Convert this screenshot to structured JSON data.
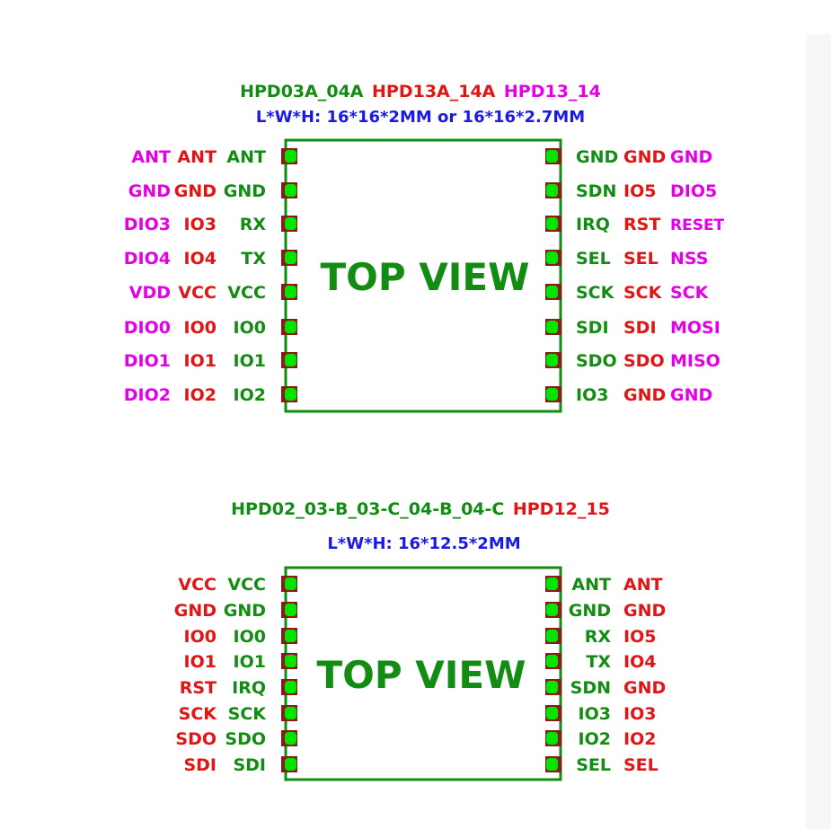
{
  "colors": {
    "green": "#128c12",
    "red": "#e01515",
    "magenta": "#e400e4",
    "blue": "#1a1ae6",
    "pad": "#8b1a1a",
    "pad_dot": "#00e600"
  },
  "module1": {
    "title_parts": [
      {
        "text": "HPD03A_04A",
        "color": "green"
      },
      {
        "text": "HPD13A_14A",
        "color": "red"
      },
      {
        "text": "HPD13_14",
        "color": "magenta"
      }
    ],
    "dimensions": "L*W*H: 16*16*2MM or 16*16*2.7MM",
    "body_label": "TOP VIEW",
    "left_pins": [
      [
        "ANT",
        "ANT",
        "ANT"
      ],
      [
        "GND",
        "GND",
        "GND"
      ],
      [
        "DIO3",
        "IO3",
        "RX"
      ],
      [
        "DIO4",
        "IO4",
        "TX"
      ],
      [
        "VDD",
        "VCC",
        "VCC"
      ],
      [
        "DIO0",
        "IO0",
        "IO0"
      ],
      [
        "DIO1",
        "IO1",
        "IO1"
      ],
      [
        "DIO2",
        "IO2",
        "IO2"
      ]
    ],
    "right_pins": [
      [
        "GND",
        "GND",
        "GND"
      ],
      [
        "SDN",
        "IO5",
        "DIO5"
      ],
      [
        "IRQ",
        "RST",
        "RESET"
      ],
      [
        "SEL",
        "SEL",
        "NSS"
      ],
      [
        "SCK",
        "SCK",
        "SCK"
      ],
      [
        "SDI",
        "SDI",
        "MOSI"
      ],
      [
        "SDO",
        "SDO",
        "MISO"
      ],
      [
        "IO3",
        "GND",
        "GND"
      ]
    ]
  },
  "module2": {
    "title_parts": [
      {
        "text": "HPD02_03-B_03-C_04-B_04-C",
        "color": "green"
      },
      {
        "text": "HPD12_15",
        "color": "red"
      }
    ],
    "dimensions": "L*W*H: 16*12.5*2MM",
    "body_label": "TOP VIEW",
    "left_pins": [
      [
        "VCC",
        "VCC"
      ],
      [
        "GND",
        "GND"
      ],
      [
        "IO0",
        "IO0"
      ],
      [
        "IO1",
        "IO1"
      ],
      [
        "RST",
        "IRQ"
      ],
      [
        "SCK",
        "SCK"
      ],
      [
        "SDO",
        "SDO"
      ],
      [
        "SDI",
        "SDI"
      ]
    ],
    "right_pins": [
      [
        "ANT",
        "ANT"
      ],
      [
        "GND",
        "GND"
      ],
      [
        "RX",
        "IO5"
      ],
      [
        "TX",
        "IO4"
      ],
      [
        "SDN",
        "GND"
      ],
      [
        "IO3",
        "IO3"
      ],
      [
        "IO2",
        "IO2"
      ],
      [
        "SEL",
        "SEL"
      ]
    ]
  }
}
